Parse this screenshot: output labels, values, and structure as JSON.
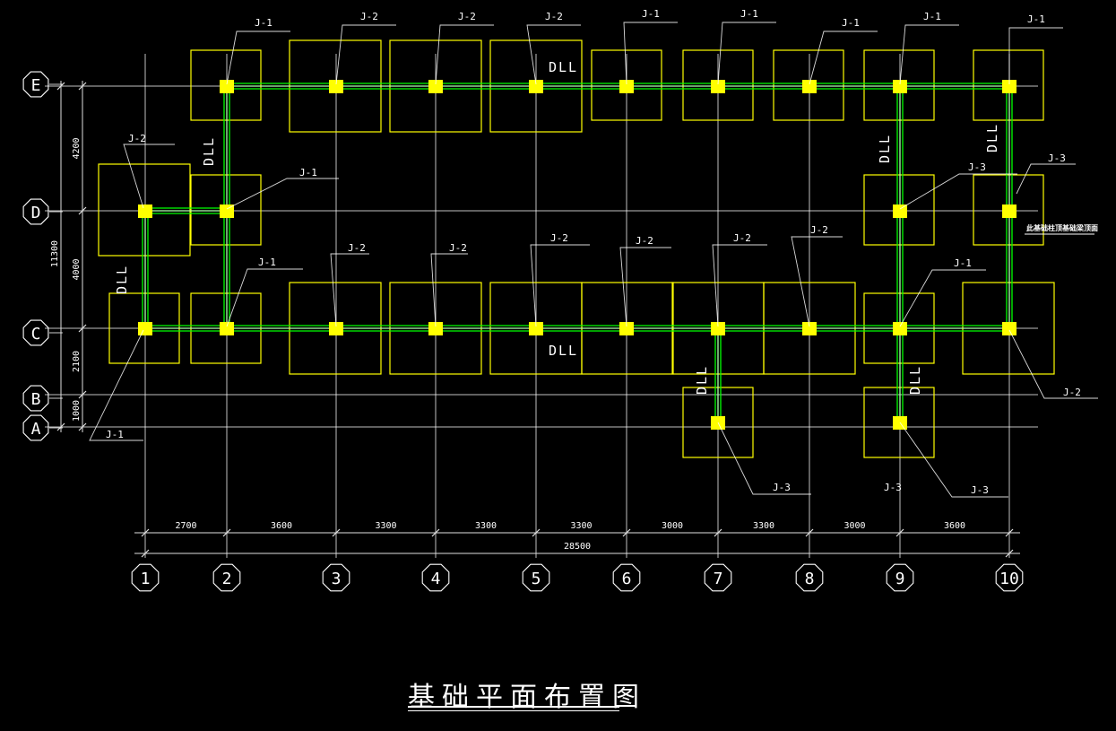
{
  "title": "基础平面布置图",
  "colors": {
    "background": "#000000",
    "footing": "#ffff00",
    "beam": "#00ff00",
    "grid": "#ffffff"
  },
  "axes": {
    "columns": [
      "1",
      "2",
      "3",
      "4",
      "5",
      "6",
      "7",
      "8",
      "9",
      "10"
    ],
    "rows": [
      "E",
      "D",
      "C",
      "B",
      "A"
    ]
  },
  "dimensions": {
    "bottom_spans": [
      "2700",
      "3600",
      "3300",
      "3300",
      "3300",
      "3000",
      "3300",
      "3000",
      "3600"
    ],
    "bottom_total": "28500",
    "left_spans": [
      "4200",
      "4000",
      "2100",
      "1000"
    ],
    "left_total": "11300"
  },
  "beam_label": "DLL",
  "note": "此基础柱顶基础梁顶面",
  "footing_labels": {
    "top": [
      "J-1",
      "J-2",
      "J-2",
      "J-2",
      "J-1",
      "J-1",
      "J-1",
      "J-1",
      "J-1"
    ],
    "left": "J-2",
    "mid_d": "J-1",
    "row_c": [
      "J-1",
      "J-2",
      "J-2",
      "J-2",
      "J-2",
      "J-2",
      "J-2",
      "J-1"
    ],
    "right_d9": "J-3",
    "right_d10": "J-3",
    "c1": "J-1",
    "c10": "J-2",
    "a7": "J-3",
    "a9": "J-3",
    "a9_under": "J-3"
  }
}
